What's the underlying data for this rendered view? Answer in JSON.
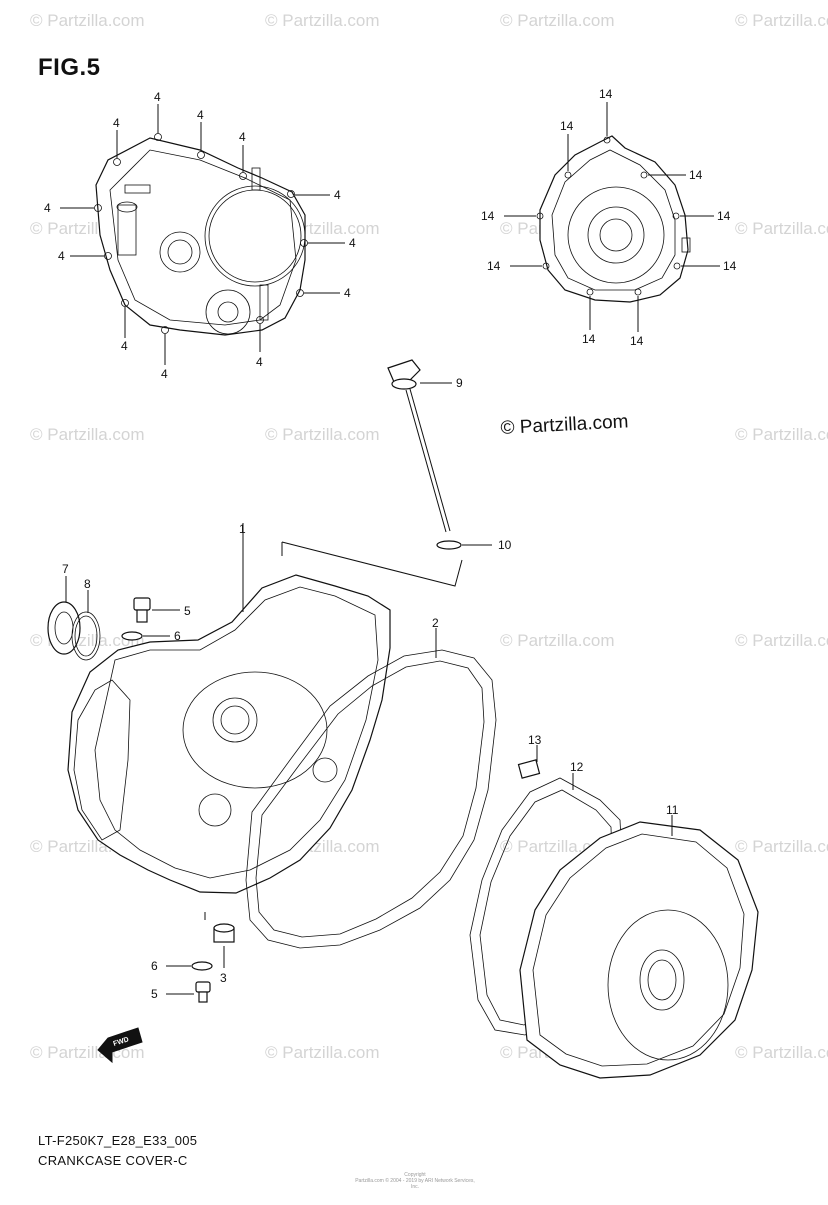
{
  "figure": {
    "title": "FIG.5",
    "copyright": "© Partzilla.com",
    "watermark": "© Partzilla.com",
    "model_code": "LT-F250K7_E28_E33_005",
    "caption": "CRANKCASE COVER-C",
    "fine_print_1": "Copyright",
    "fine_print_2": "Partzilla.com © 2004 - 2019 by ARI Network Services, Inc."
  },
  "callouts": {
    "c1": "1",
    "c2": "2",
    "c3": "3",
    "c4": "4",
    "c5": "5",
    "c6": "6",
    "c7": "7",
    "c8": "8",
    "c9": "9",
    "c10": "10",
    "c11": "11",
    "c12": "12",
    "c13": "13",
    "c14": "14",
    "fwd": "FWD"
  },
  "colors": {
    "watermark": "#d4d4d4",
    "line": "#111111",
    "background": "#ffffff"
  }
}
